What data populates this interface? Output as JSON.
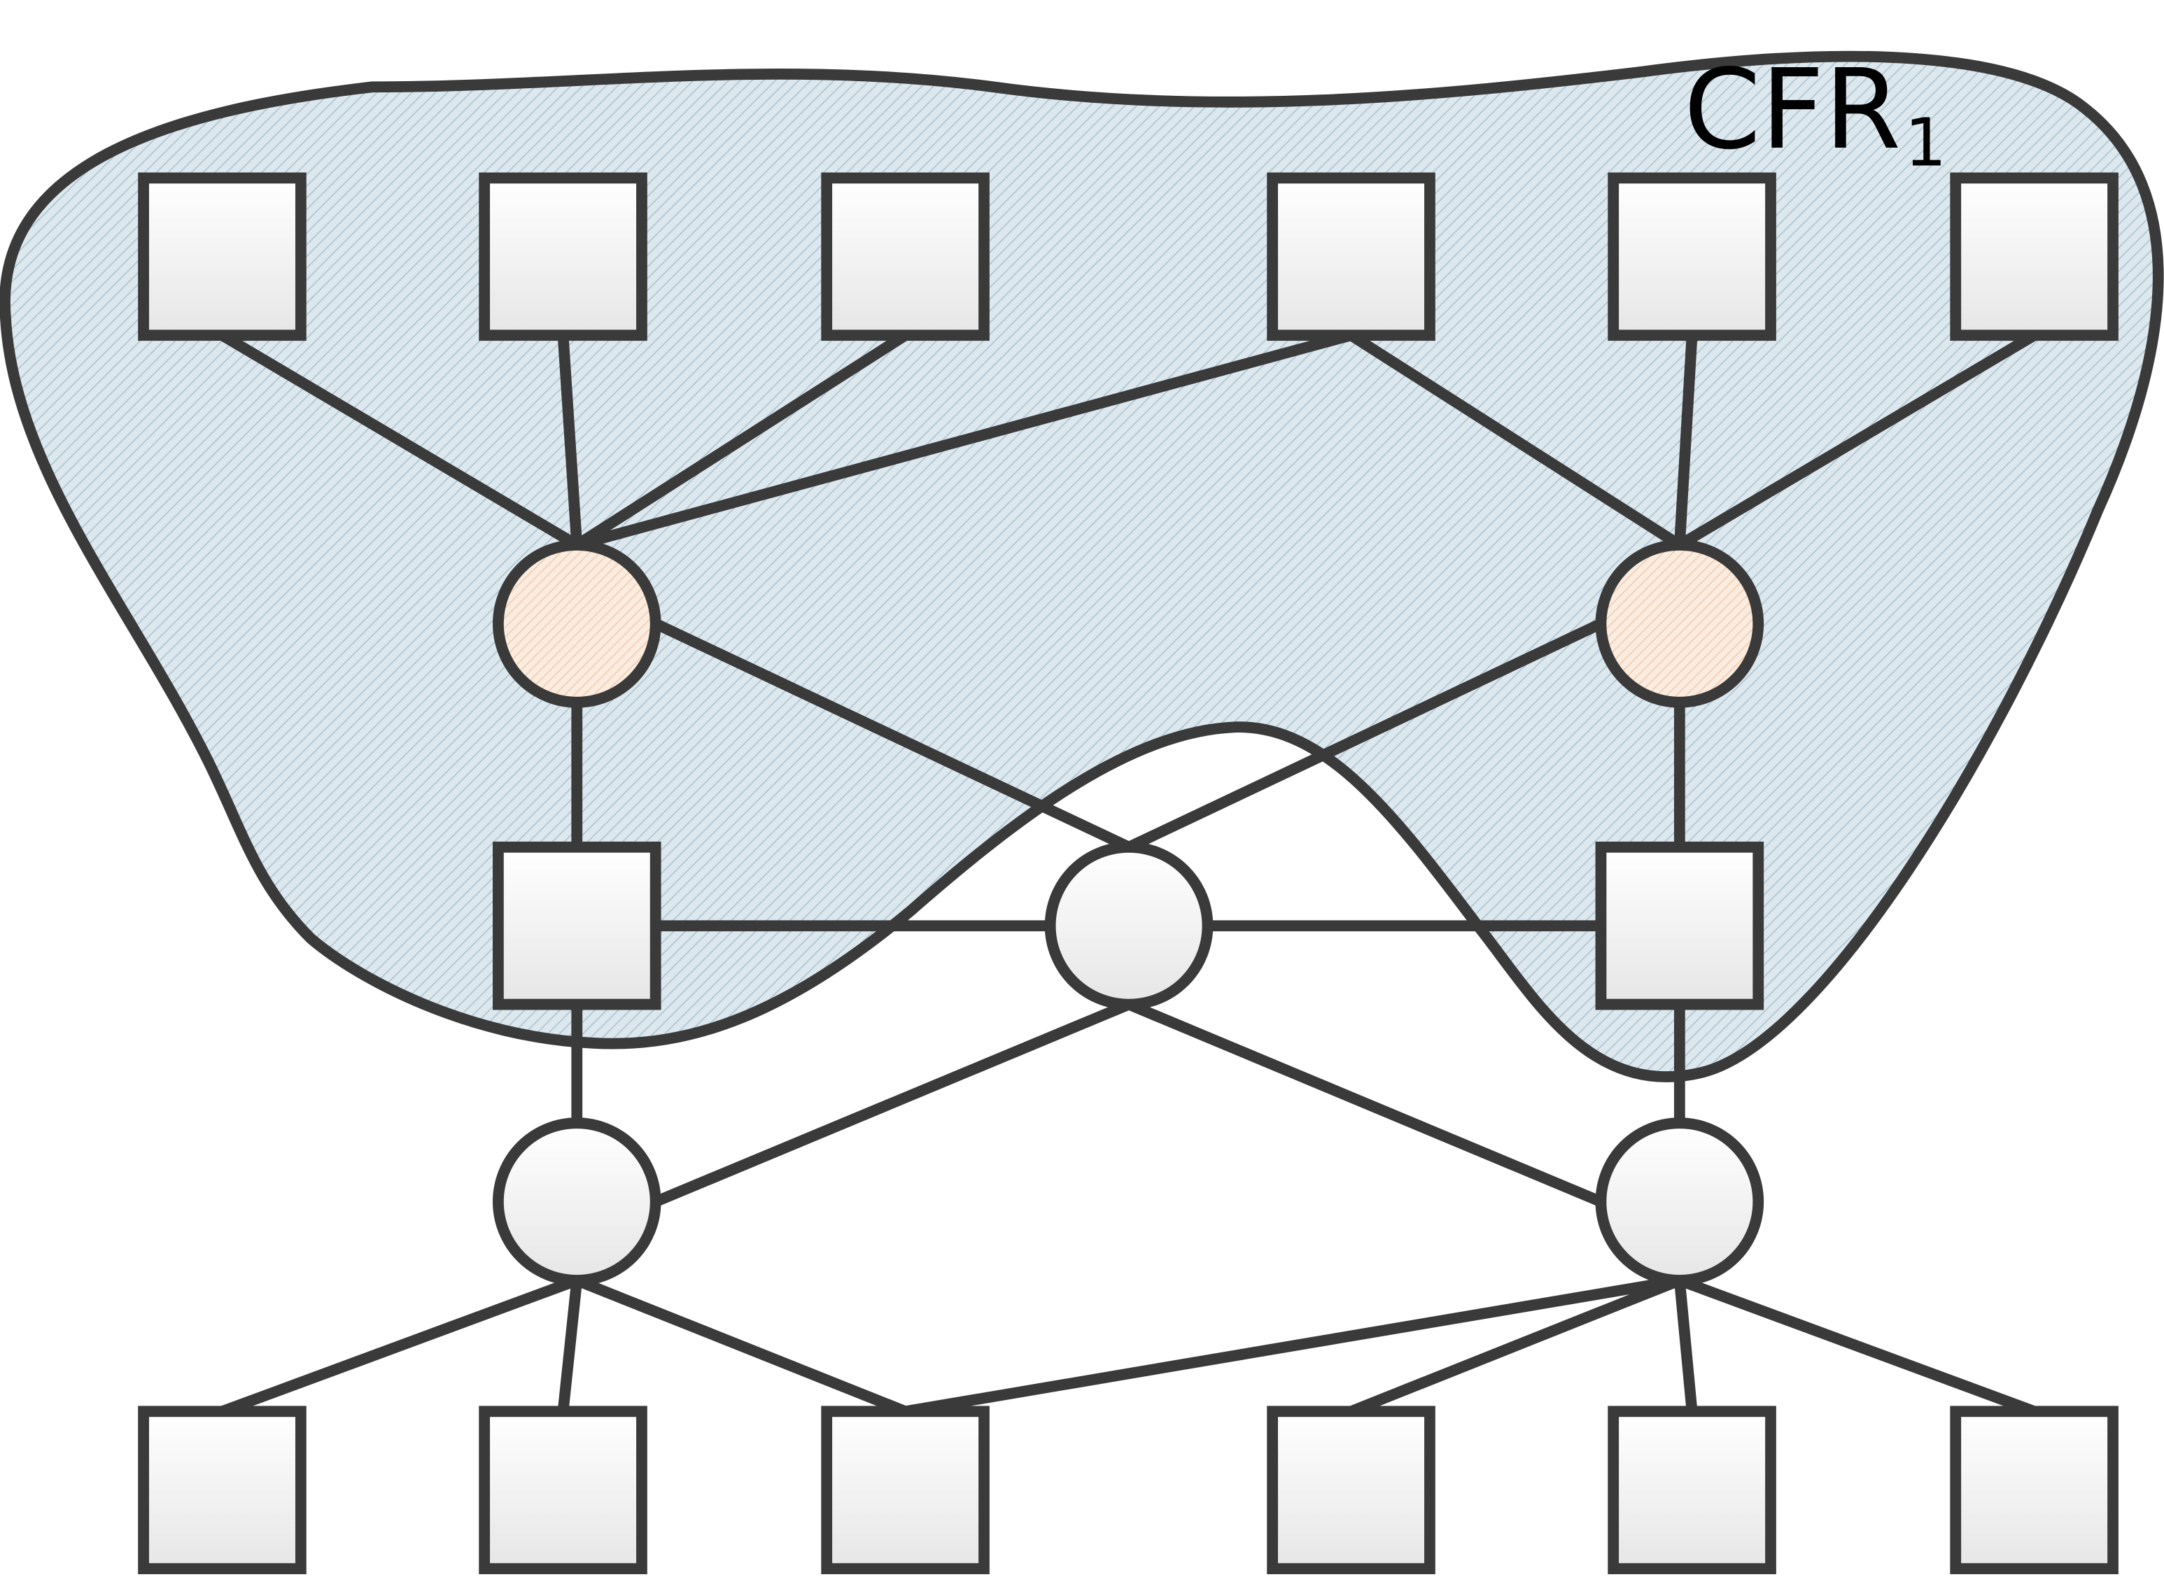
{
  "diagram": {
    "region": {
      "label": "CFR",
      "label_subscript": "1",
      "fill_color": "#dde8ee",
      "hatch_color": "#b3c9d6",
      "outline_color": "#3a3a3a"
    },
    "colors": {
      "line": "#3a3a3a",
      "node_fill_top": "#ffffff",
      "node_fill_bottom": "#e6e6e6",
      "highlight_fill": "#fbece0",
      "highlight_hatch": "#f1c9ad"
    },
    "nodes": [
      {
        "id": "top-host-1",
        "shape": "square"
      },
      {
        "id": "top-host-2",
        "shape": "square"
      },
      {
        "id": "top-host-3",
        "shape": "square"
      },
      {
        "id": "top-host-4",
        "shape": "square"
      },
      {
        "id": "top-host-5",
        "shape": "square"
      },
      {
        "id": "top-host-6",
        "shape": "square"
      },
      {
        "id": "upper-switch-left",
        "shape": "circle",
        "highlighted": true
      },
      {
        "id": "upper-switch-right",
        "shape": "circle",
        "highlighted": true
      },
      {
        "id": "middle-square-left",
        "shape": "square"
      },
      {
        "id": "middle-circle-center",
        "shape": "circle"
      },
      {
        "id": "middle-square-right",
        "shape": "square"
      },
      {
        "id": "lower-switch-left",
        "shape": "circle"
      },
      {
        "id": "lower-switch-right",
        "shape": "circle"
      },
      {
        "id": "bottom-host-1",
        "shape": "square"
      },
      {
        "id": "bottom-host-2",
        "shape": "square"
      },
      {
        "id": "bottom-host-3",
        "shape": "square"
      },
      {
        "id": "bottom-host-4",
        "shape": "square"
      },
      {
        "id": "bottom-host-5",
        "shape": "square"
      },
      {
        "id": "bottom-host-6",
        "shape": "square"
      }
    ],
    "edges": [
      [
        "top-host-1",
        "upper-switch-left"
      ],
      [
        "top-host-2",
        "upper-switch-left"
      ],
      [
        "top-host-3",
        "upper-switch-left"
      ],
      [
        "top-host-4",
        "upper-switch-left"
      ],
      [
        "top-host-4",
        "upper-switch-right"
      ],
      [
        "top-host-5",
        "upper-switch-right"
      ],
      [
        "top-host-6",
        "upper-switch-right"
      ],
      [
        "upper-switch-left",
        "middle-square-left"
      ],
      [
        "upper-switch-left",
        "middle-circle-center"
      ],
      [
        "upper-switch-right",
        "middle-circle-center"
      ],
      [
        "upper-switch-right",
        "middle-square-right"
      ],
      [
        "middle-square-left",
        "middle-circle-center"
      ],
      [
        "middle-circle-center",
        "middle-square-right"
      ],
      [
        "middle-square-left",
        "lower-switch-left"
      ],
      [
        "middle-square-right",
        "lower-switch-right"
      ],
      [
        "middle-circle-center",
        "lower-switch-left"
      ],
      [
        "middle-circle-center",
        "lower-switch-right"
      ],
      [
        "lower-switch-left",
        "bottom-host-1"
      ],
      [
        "lower-switch-left",
        "bottom-host-2"
      ],
      [
        "lower-switch-left",
        "bottom-host-3"
      ],
      [
        "lower-switch-right",
        "bottom-host-3"
      ],
      [
        "lower-switch-right",
        "bottom-host-4"
      ],
      [
        "lower-switch-right",
        "bottom-host-5"
      ],
      [
        "lower-switch-right",
        "bottom-host-6"
      ]
    ]
  }
}
